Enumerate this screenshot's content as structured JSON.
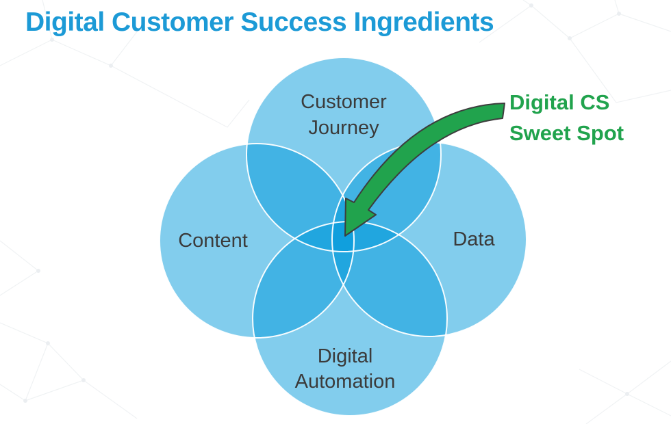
{
  "slide_title": "Digital Customer Success Ingredients",
  "colors": {
    "title_blue": "#1c9ad6",
    "circle_fill": "#0098da",
    "circle_outline": "#ffffff",
    "label_dark": "#3b3b3b",
    "callout_green": "#21a34d",
    "arrow_fill": "#21a34d",
    "arrow_outline": "#3d3d3d"
  },
  "venn": {
    "type": "venn-4-circle",
    "circles": [
      {
        "id": "customer-journey",
        "label": "Customer Journey",
        "lines": [
          "Customer",
          "Journey"
        ],
        "position": "top"
      },
      {
        "id": "content",
        "label": "Content",
        "lines": [
          "Content"
        ],
        "position": "left"
      },
      {
        "id": "data",
        "label": "Data",
        "lines": [
          "Data"
        ],
        "position": "right"
      },
      {
        "id": "digital-automation",
        "label": "Digital Automation",
        "lines": [
          "Digital",
          "Automation"
        ],
        "position": "bottom"
      }
    ],
    "callout": {
      "label": "Digital CS Sweet Spot",
      "lines": [
        "Digital CS",
        "Sweet Spot"
      ],
      "points_to": "center-overlap"
    }
  }
}
